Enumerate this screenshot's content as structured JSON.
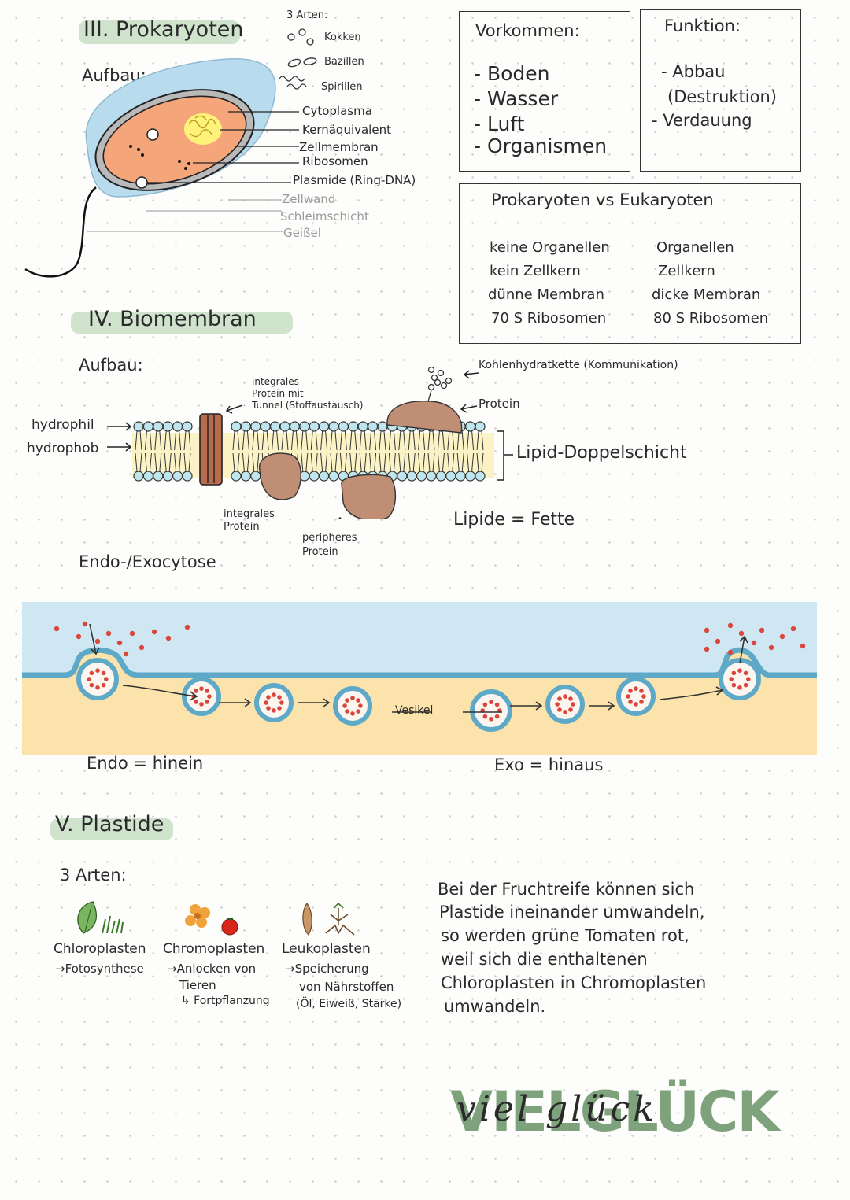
{
  "section3": {
    "title": "III. Prokaryoten",
    "aufbau": "Aufbau:",
    "arten_title": "3 Arten:",
    "arten": [
      "Kokken",
      "Bazillen",
      "Spirillen"
    ],
    "labels": [
      "Cytoplasma",
      "Kernäquivalent",
      "Zellmembran",
      "Ribosomen",
      "Plasmide (Ring-DNA)"
    ],
    "labels_gray": [
      "Zellwand",
      "Schleimschicht",
      "Geißel"
    ]
  },
  "vorkommen": {
    "title": "Vorkommen:",
    "items": [
      "- Boden",
      "- Wasser",
      "- Luft",
      "- Organismen"
    ]
  },
  "funktion": {
    "title": "Funktion:",
    "items": [
      "- Abbau",
      "(Destruktion)",
      "- Verdauung"
    ]
  },
  "vergleich": {
    "title": "Prokaryoten vs Eukaryoten",
    "pro": [
      "keine Organellen",
      "kein Zellkern",
      "dünne Membran",
      "70 S Ribosomen"
    ],
    "eu": [
      "Organellen",
      "Zellkern",
      "dicke Membran",
      "80 S Ribosomen"
    ]
  },
  "section4": {
    "title": "IV. Biomembran",
    "aufbau": "Aufbau:",
    "hydrophil": "hydrophil",
    "hydrophob": "hydrophob",
    "tunnel_label": [
      "integrales",
      "Protein mit",
      "Tunnel (Stoffaustausch)"
    ],
    "kohlenhydrat": "Kohlenhydratkette (Kommunikation)",
    "protein": "Protein",
    "lipid": "Lipid-Doppelschicht",
    "integrales": [
      "integrales",
      "Protein"
    ],
    "peripheres": [
      "peripheres",
      "Protein"
    ],
    "lipide": "Lipide = Fette",
    "endo_exo": "Endo-/Exocytose"
  },
  "cytose": {
    "vesikel": "Vesikel",
    "endo": "Endo = hinein",
    "exo": "Exo = hinaus"
  },
  "section5": {
    "title": "V. Plastide",
    "arten": "3 Arten:",
    "chloro": "Chloroplasten",
    "chloro_fn": "→Fotosynthese",
    "chromo": "Chromoplasten",
    "chromo_fn": [
      "→Anlocken von",
      "Tieren",
      "↳ Fortpflanzung"
    ],
    "leuko": "Leukoplasten",
    "leuko_fn": [
      "→Speicherung",
      "von Nährstoffen",
      "(Öl, Eiweiß, Stärke)"
    ],
    "text": [
      "Bei der Fruchtreife können sich",
      "Plastide ineinander umwandeln,",
      "so werden grüne Tomaten rot,",
      "weil sich die enthaltenen",
      "Chloroplasten in Chromoplasten",
      "umwandeln."
    ]
  },
  "footer": {
    "big": "VIELGLÜCK",
    "script": "viel glück"
  },
  "colors": {
    "highlight": "#cfe3cd",
    "cell_inner": "#f4a67a",
    "cell_outer": "#b9dbee",
    "protein": "#c08e74",
    "water": "#cfe7f3",
    "cytoplasm": "#fbe3ab",
    "green": "#7ea27c"
  }
}
